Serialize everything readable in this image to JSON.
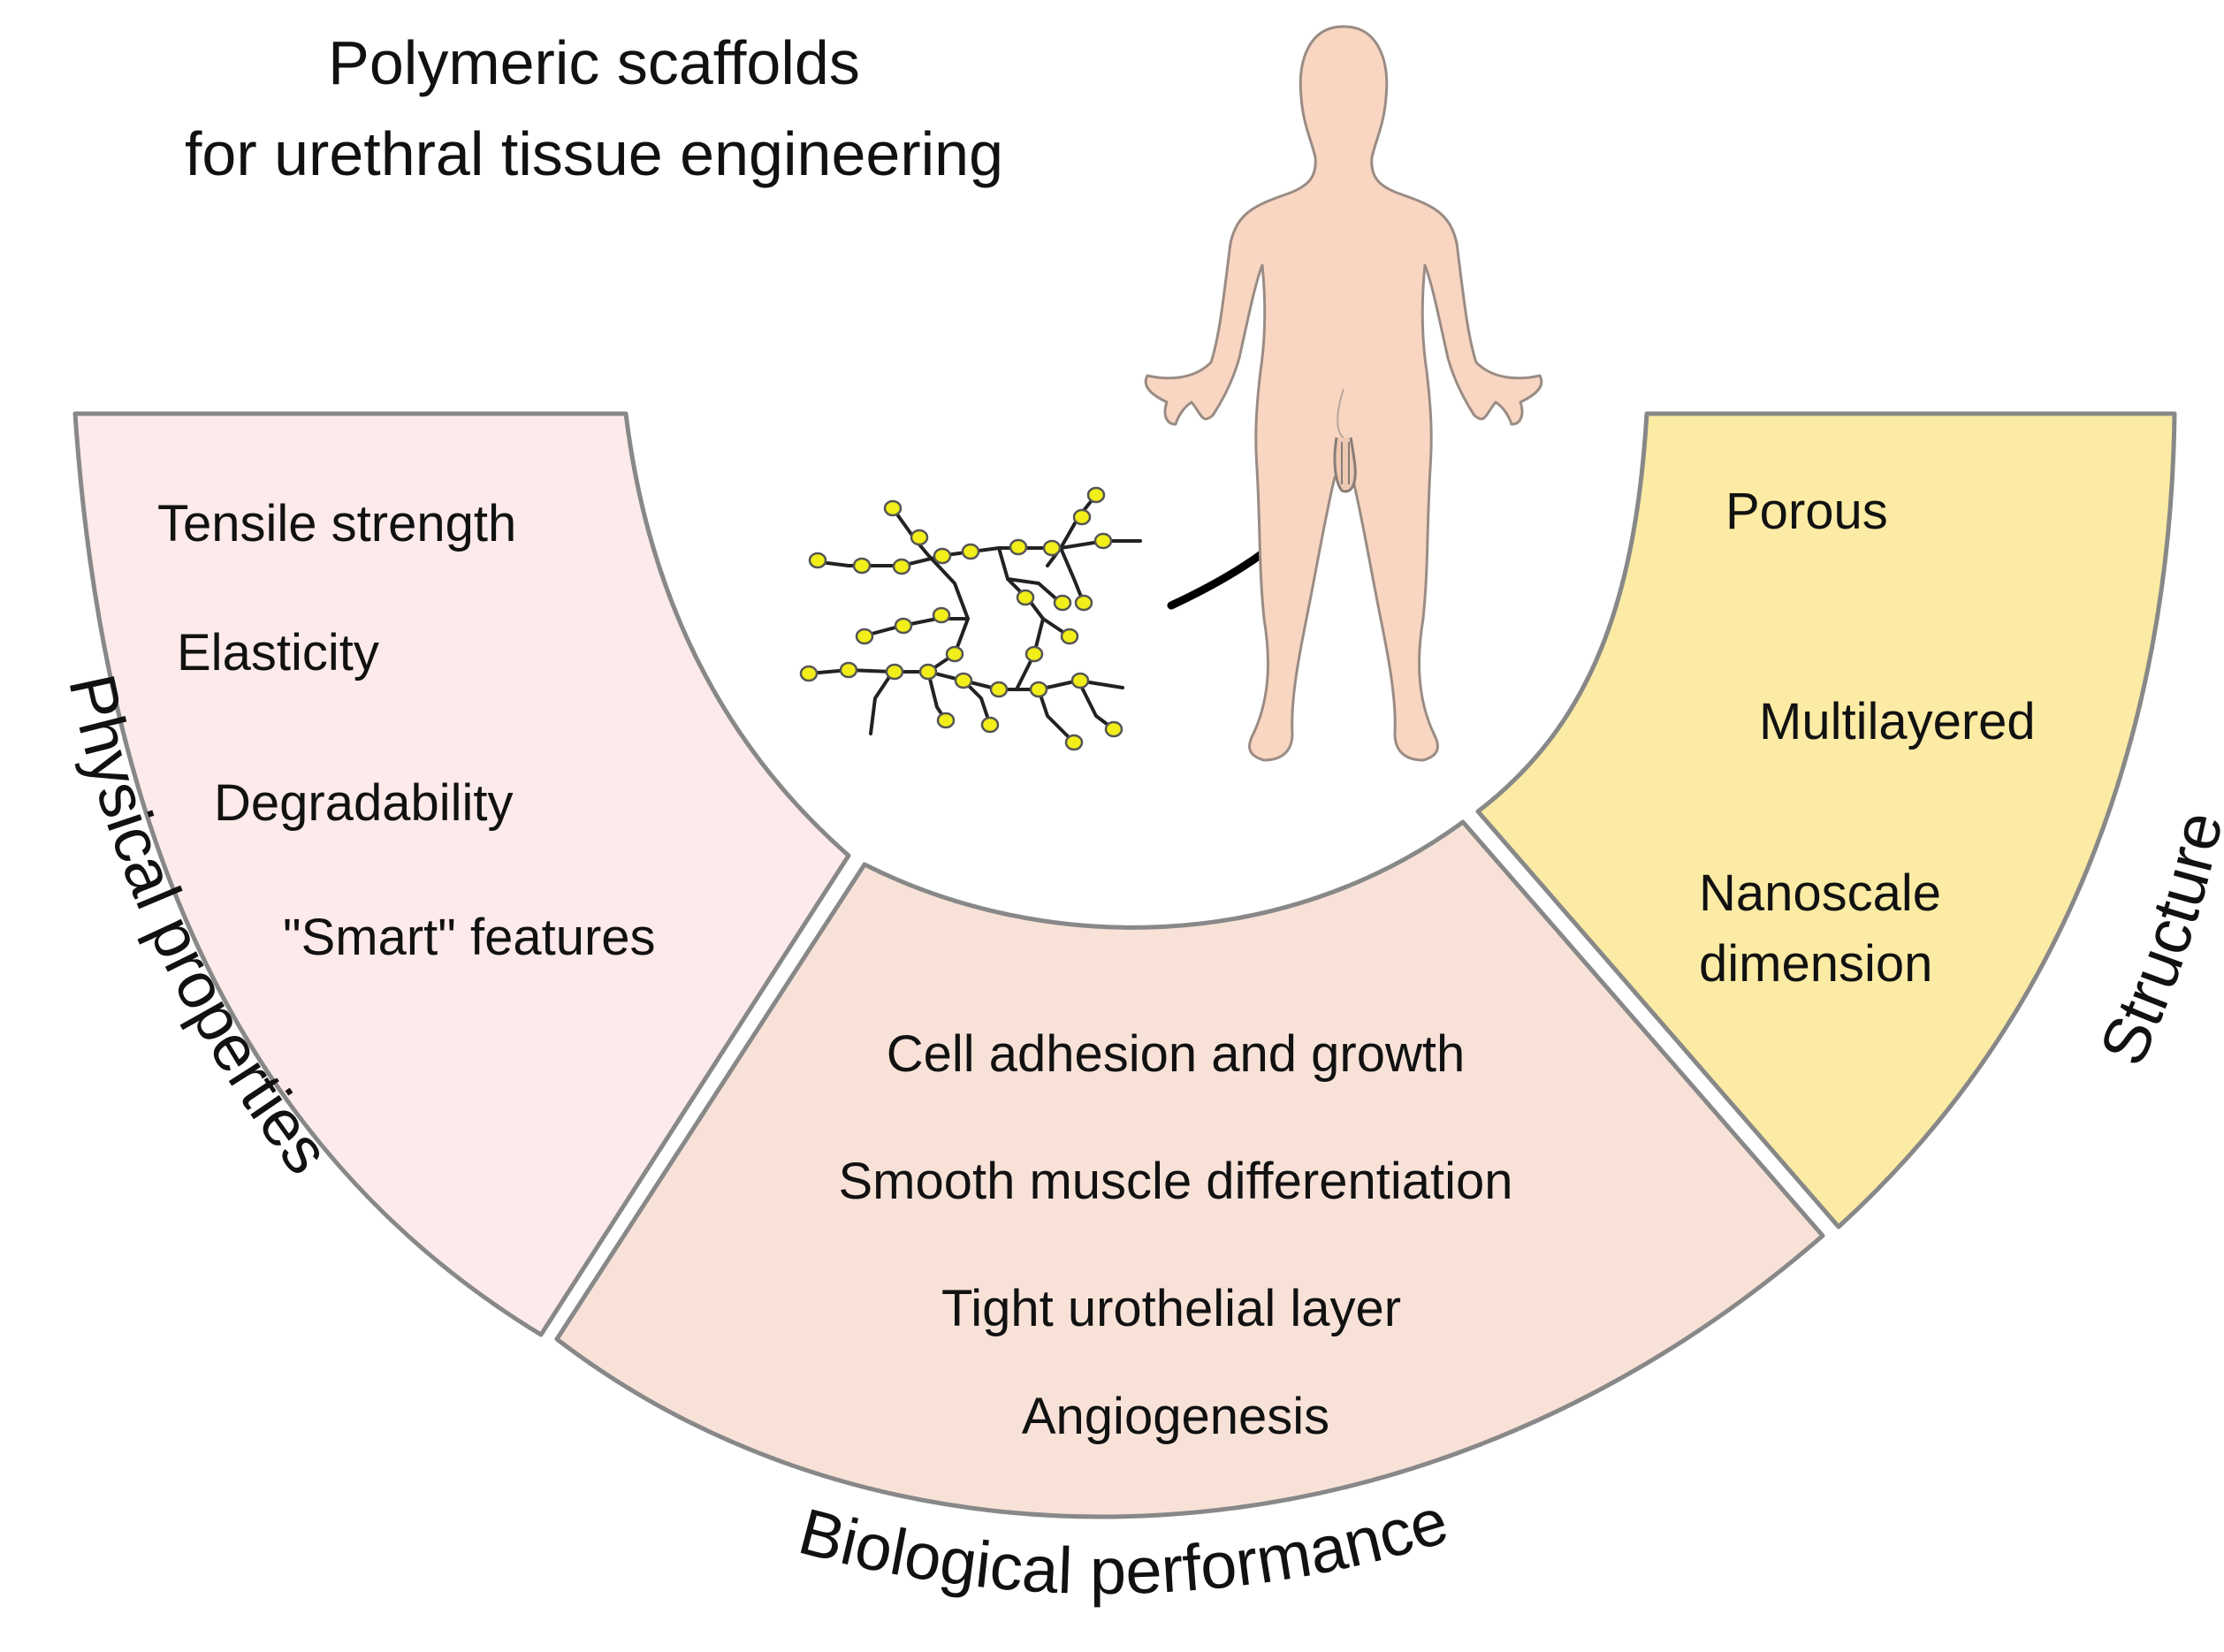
{
  "title": {
    "line1": "Polymeric scaffolds",
    "line2": "for urethral tissue engineering"
  },
  "colors": {
    "physical_fill": "#fdeaea",
    "biological_fill": "#f8e2d8",
    "structure_fill": "#fbeba4",
    "outline": "#888888",
    "body_fill": "#f8d6c2",
    "body_outline": "#9a8c84",
    "polymer_node": "#f1ee1a",
    "polymer_line": "#222222",
    "arrow": "#000000"
  },
  "sections": {
    "physical": {
      "label": "Physical properties",
      "items": [
        "Tensile strength",
        "Elasticity",
        "Degradability",
        "\"Smart\" features"
      ]
    },
    "biological": {
      "label": "Biological performance",
      "items": [
        "Cell adhesion and growth",
        "Smooth muscle differentiation",
        "Tight urothelial layer",
        "Angiogenesis"
      ]
    },
    "structure": {
      "label": "Structure",
      "items": [
        "Porous",
        "Multilayered",
        "Nanoscale",
        "dimension"
      ]
    }
  },
  "icons": {
    "polymer": "polymer-network-icon",
    "arrow": "curved-arrow-icon",
    "body": "human-body-icon"
  }
}
